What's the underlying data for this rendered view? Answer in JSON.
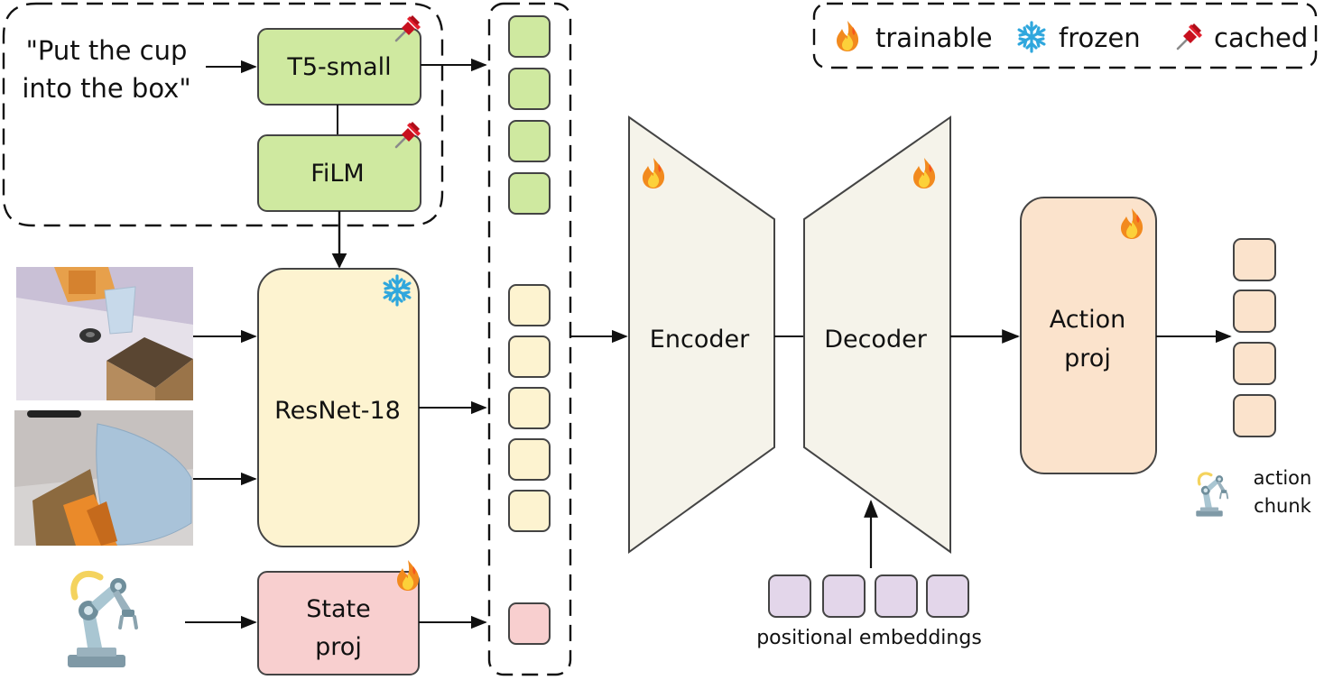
{
  "instruction": {
    "line1": "\"Put the cup",
    "line2": "into the box\""
  },
  "legend": {
    "trainable": "trainable",
    "frozen": "frozen",
    "cached": "cached"
  },
  "modules": {
    "t5_small": "T5-small",
    "film": "FiLM",
    "resnet": "ResNet-18",
    "state_proj": {
      "line1": "State",
      "line2": "proj"
    },
    "encoder": "Encoder",
    "decoder": "Decoder",
    "action_proj": {
      "line1": "Action",
      "line2": "proj"
    }
  },
  "labels": {
    "positional_embeddings": "positional embeddings",
    "action_chunk": {
      "line1": "action",
      "line2": "chunk"
    }
  },
  "colors": {
    "green": "#cfe9a0",
    "green_stroke": "#444444",
    "yellow": "#fdf3d0",
    "pink": "#f8cfcf",
    "orange": "#fbe3cc",
    "purple": "#e3d6ea",
    "trapezoid": "#f5f3ea",
    "line": "#111111"
  },
  "icons": {
    "trainable": "fire-icon",
    "frozen": "snowflake-icon",
    "cached": "pushpin-icon",
    "state_input": "robot-arm-icon",
    "action_chunk": "robot-arm-icon"
  }
}
